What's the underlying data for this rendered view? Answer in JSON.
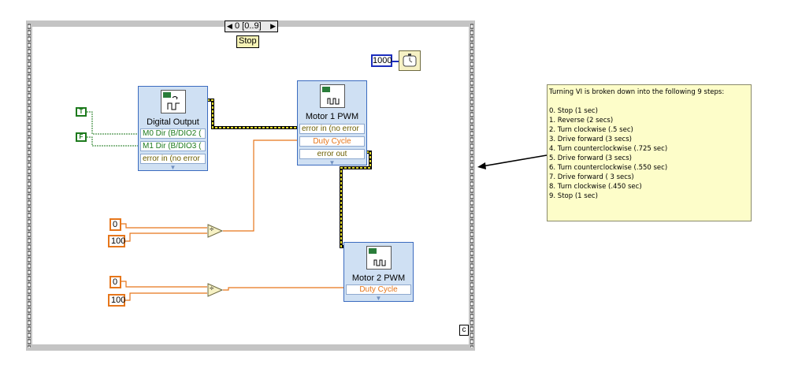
{
  "sequence": {
    "selector_text": "0 [0..9]",
    "frame_label": "Stop",
    "case_label": "c"
  },
  "wait": {
    "constant": "1000",
    "icon": "stopwatch-icon"
  },
  "digital_output": {
    "title": "Digital Output",
    "terminals": [
      "M0 Dir (B/DIO2 (",
      "M1 Dir (B/DIO3 (",
      "error in (no error"
    ],
    "icon": "digital-waveform-icon"
  },
  "motor1": {
    "title": "Motor 1 PWM",
    "terminals": [
      "error in (no error",
      "Duty Cycle",
      "error out"
    ],
    "icon": "pwm-icon"
  },
  "motor2": {
    "title": "Motor 2 PWM",
    "terminals": [
      "Duty Cycle"
    ],
    "icon": "pwm-icon"
  },
  "booleans": [
    "T",
    "F"
  ],
  "numeric_constants": {
    "a_numerator": "0",
    "a_denominator": "100",
    "b_numerator": "0",
    "b_denominator": "100"
  },
  "divide_symbol": "÷",
  "colors": {
    "frame": "#c4c4c4",
    "boolean_wire": "#1d7a1d",
    "numeric_wire": "#e6761b",
    "error_wire": "#d8c800",
    "vi_fill": "#cfe0f3",
    "comment_fill": "#fdfdc9"
  },
  "comment": {
    "title": "Turning VI is broken down into the following 9 steps:",
    "lines": [
      "0. Stop (1 sec)",
      "1. Reverse (2 secs)",
      "2. Turn clockwise (.5 sec)",
      "3. Drive forward (3 secs)",
      "4. Turn counterclockwise (.725 sec)",
      "5. Drive forward (3 secs)",
      "6. Turn counterclockwise (.550 sec)",
      "7. Drive forward ( 3 secs)",
      "8. Turn clockwise (.450 sec)",
      "9. Stop (1 sec)"
    ]
  }
}
